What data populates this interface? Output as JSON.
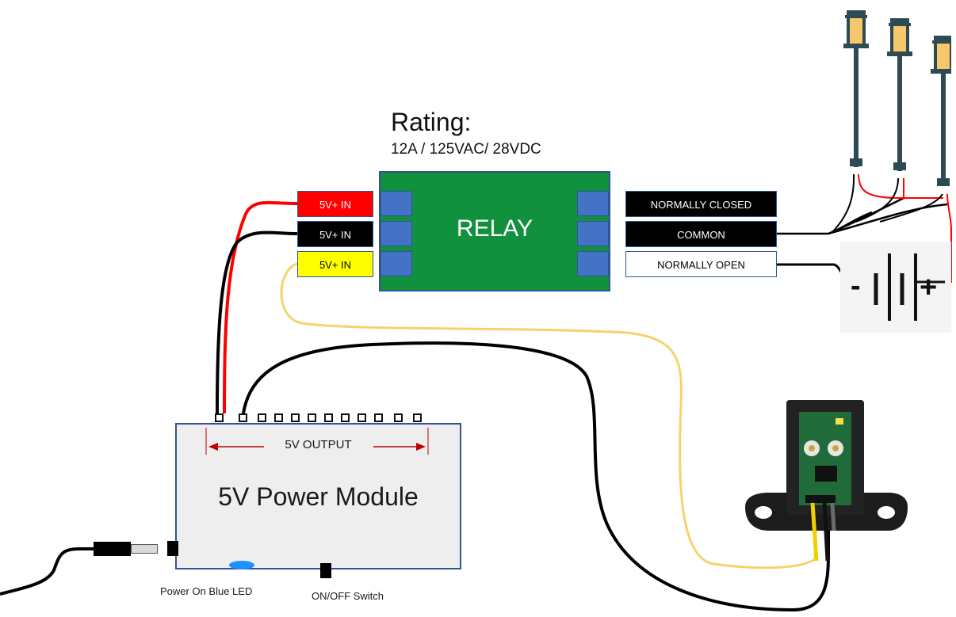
{
  "rating": {
    "title": "Rating:",
    "value": "12A / 125VAC/ 28VDC"
  },
  "relay": {
    "label": "RELAY"
  },
  "inputs": [
    {
      "label": "5V+ IN",
      "bg": "#ff0000",
      "fg": "#ffffff"
    },
    {
      "label": "5V+ IN",
      "bg": "#000000",
      "fg": "#ffffff"
    },
    {
      "label": "5V+ IN",
      "bg": "#ffff00",
      "fg": "#000000"
    }
  ],
  "outputs": [
    {
      "label": "NORMALLY CLOSED",
      "bg": "#000000",
      "fg": "#ffffff"
    },
    {
      "label": "COMMON",
      "bg": "#000000",
      "fg": "#ffffff"
    },
    {
      "label": "NORMALLY OPEN",
      "bg": "#ffffff",
      "fg": "#000000"
    }
  ],
  "power_module": {
    "title": "5V Power Module",
    "output_label": "5V OUTPUT",
    "led_caption": "Power On Blue LED",
    "switch_caption": "ON/OFF Switch"
  },
  "battery": {
    "minus": "-",
    "plus": "+"
  },
  "colors": {
    "red_wire": "#ff0000",
    "black_wire": "#000000",
    "yellow_wire": "#f5d36b",
    "relay_green": "#11913d",
    "terminal_blue": "#4472c4",
    "led_blue": "#1e90ff"
  },
  "icons": [
    "street-lamp-icon",
    "battery-icon",
    "sensor-board-icon",
    "dc-plug-icon"
  ]
}
